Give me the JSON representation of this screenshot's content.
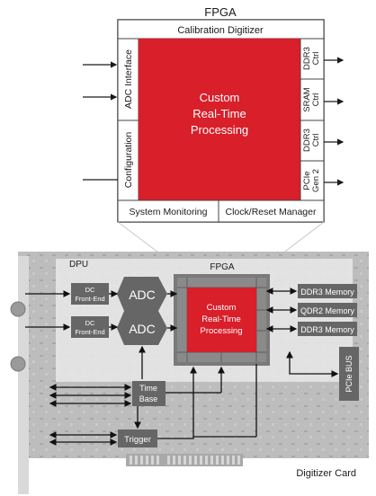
{
  "fpga_top": {
    "title": "FPGA",
    "calibration": "Calibration Digitizer",
    "adc_interface": "ADC Interface",
    "configuration": "Configuration",
    "core_lines": [
      "Custom",
      "Real-Time",
      "Processing"
    ],
    "right_blocks": [
      {
        "lines": [
          "DDR3",
          "Ctrl"
        ]
      },
      {
        "lines": [
          "SRAM",
          "Ctrl"
        ]
      },
      {
        "lines": [
          "DDR3",
          "Ctrl"
        ]
      },
      {
        "lines": [
          "PCIe",
          "Gen 2"
        ]
      }
    ],
    "system_monitoring": "System Monitoring",
    "clock_reset": "Clock/Reset Manager"
  },
  "card": {
    "dpu": "DPU",
    "fpga": "FPGA",
    "core_lines": [
      "Custom",
      "Real-Time",
      "Processing"
    ],
    "frontends": [
      {
        "lines": [
          "DC",
          "Front-End"
        ]
      },
      {
        "lines": [
          "DC",
          "Front-End"
        ]
      }
    ],
    "adc_label": "ADC",
    "memories": [
      "DDR3 Memory",
      "QDR2 Memory",
      "DDR3 Memory"
    ],
    "pcie_bus": "PCIe BUS",
    "time_base_lines": [
      "Time",
      "Base"
    ],
    "trigger": "Trigger",
    "caption": "Digitizer Card"
  },
  "colors": {
    "red": "#d81f2a",
    "dark_gray": "#6e6e6e",
    "light_gray": "#e6e6e6",
    "board_gray": "#b3b3b3"
  }
}
